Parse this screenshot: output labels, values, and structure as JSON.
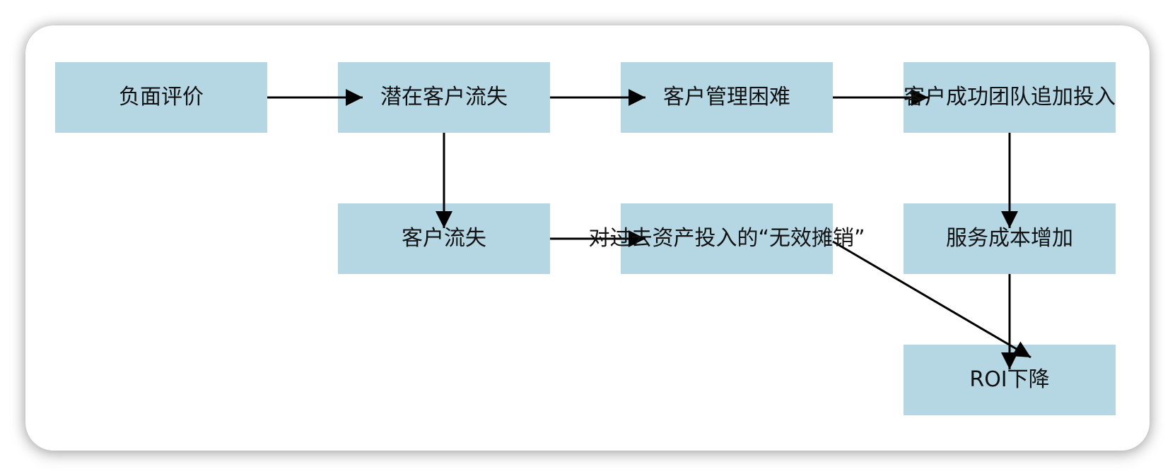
{
  "diagram": {
    "nodes": [
      {
        "id": "n1",
        "label": "负面评价"
      },
      {
        "id": "n2",
        "label": "潜在客户流失"
      },
      {
        "id": "n3",
        "label": "客户管理困难"
      },
      {
        "id": "n4",
        "label": "客户成功团队追加投入"
      },
      {
        "id": "n5",
        "label": "客户流失"
      },
      {
        "id": "n6",
        "label": "对过去资产投入的“无效摊销”"
      },
      {
        "id": "n7",
        "label": "服务成本增加"
      },
      {
        "id": "n8",
        "label": "ROI下降"
      }
    ],
    "edges": [
      {
        "from": "n1",
        "to": "n2"
      },
      {
        "from": "n2",
        "to": "n3"
      },
      {
        "from": "n3",
        "to": "n4"
      },
      {
        "from": "n2",
        "to": "n5"
      },
      {
        "from": "n4",
        "to": "n7"
      },
      {
        "from": "n5",
        "to": "n6"
      },
      {
        "from": "n7",
        "to": "n8"
      },
      {
        "from": "n6",
        "to": "n8"
      }
    ],
    "colors": {
      "node_fill": "#b5d7e3",
      "edge": "#000000",
      "text": "#111111"
    }
  }
}
